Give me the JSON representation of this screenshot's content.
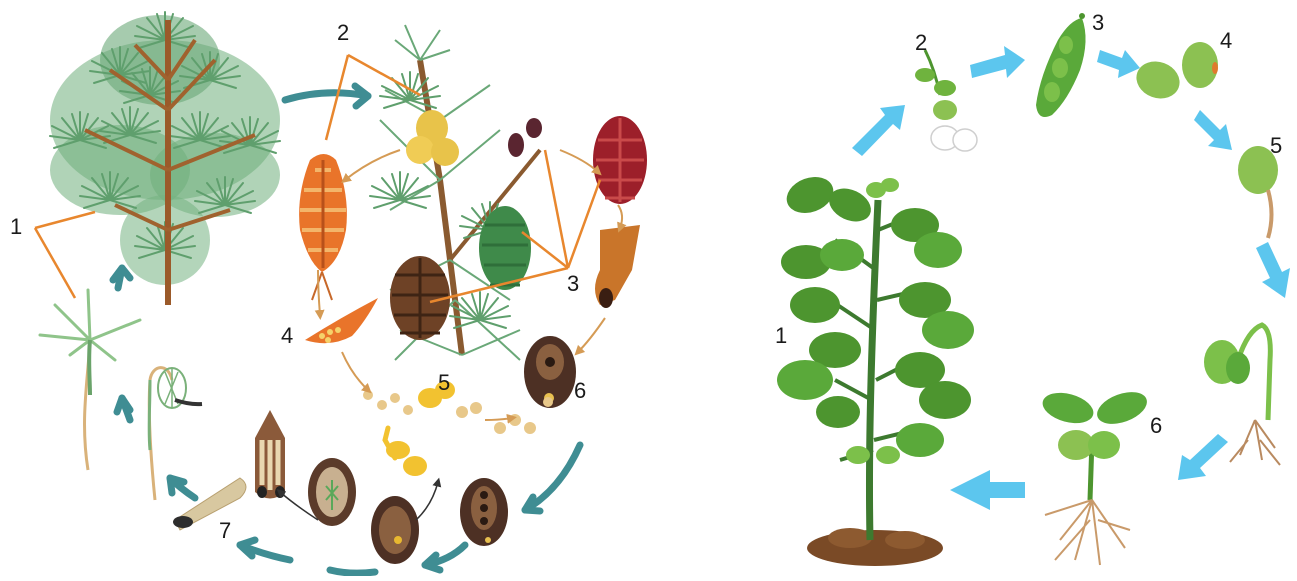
{
  "pine_cycle": {
    "labels": [
      "1",
      "2",
      "3",
      "4",
      "5",
      "6",
      "7"
    ],
    "colors": {
      "arrow": "#3f8d93",
      "pointer": "#e8872e",
      "needle": "#5a9b6a",
      "trunk": "#9b5a2a"
    }
  },
  "bean_cycle": {
    "labels": [
      "1",
      "2",
      "3",
      "4",
      "5",
      "6"
    ],
    "colors": {
      "arrow": "#5cc6ee",
      "leaf": "#3f8a2e",
      "seed": "#8cc152",
      "soil": "#7a4a26"
    }
  }
}
